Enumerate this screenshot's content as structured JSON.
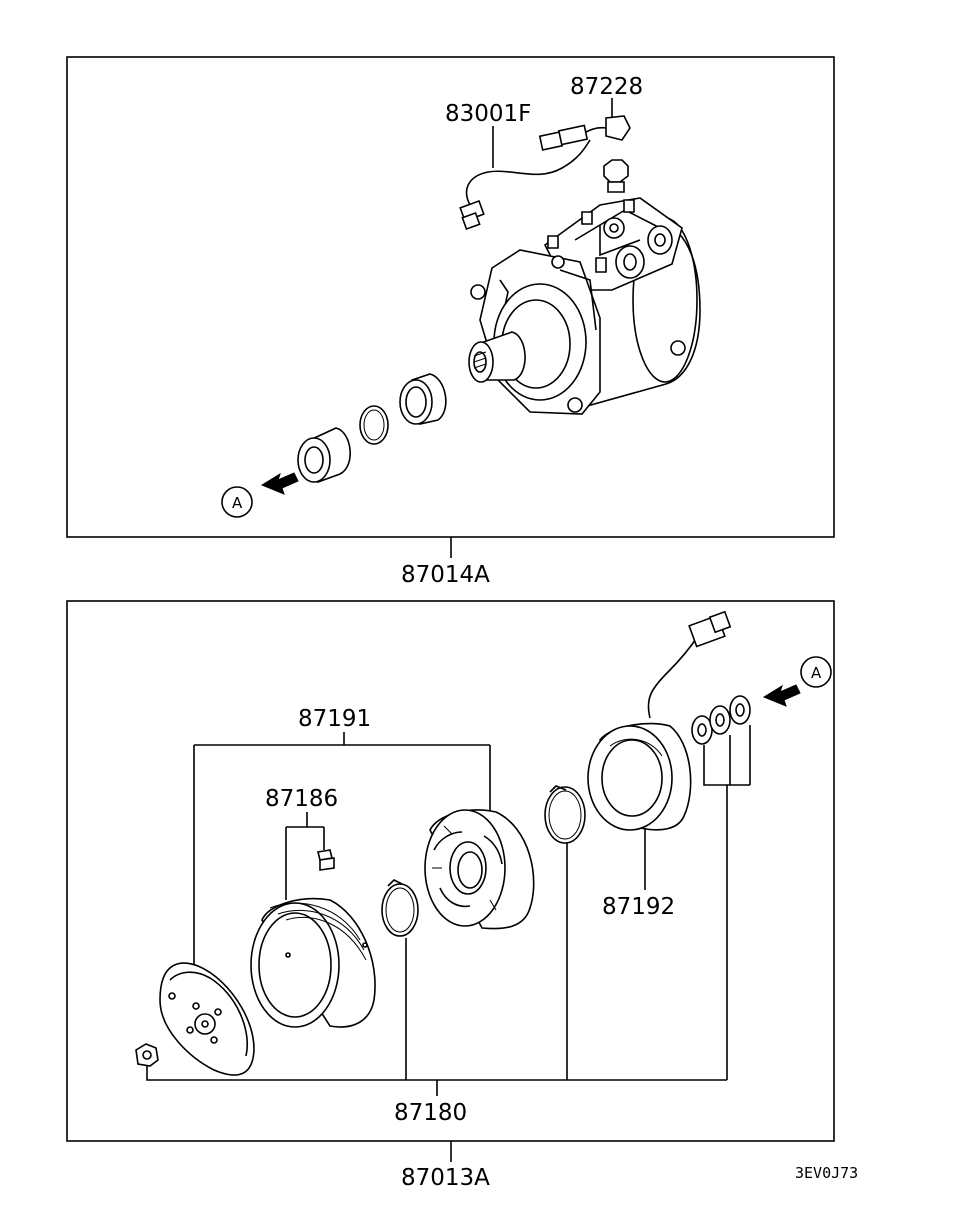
{
  "top_assembly": {
    "part_number": "87014A",
    "parts": {
      "harness": "83001F",
      "switch": "87228"
    },
    "ref_callout": "A"
  },
  "bottom_assembly": {
    "part_number": "87013A",
    "parts": {
      "clutch_kit": "87180",
      "pulley_hub_set": "87191",
      "bolt": "87186",
      "field_coil": "87192"
    },
    "ref_callout": "A"
  },
  "diagram_code": "3EV0J73"
}
